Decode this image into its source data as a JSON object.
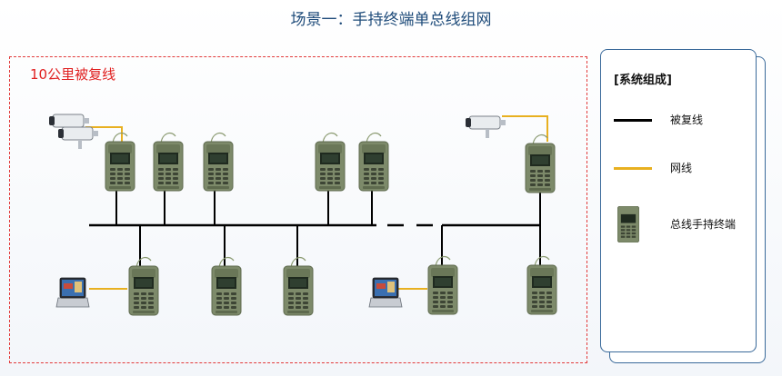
{
  "title": "场景一：手持终端单总线组网",
  "scenario": {
    "label": "10公里被复线"
  },
  "legend": {
    "title": "[系统组成]",
    "items": [
      {
        "label": "被复线",
        "color": "#000000",
        "icon": "black-line"
      },
      {
        "label": "网线",
        "color": "#e8b020",
        "icon": "yellow-line"
      },
      {
        "label": "总线手持终端",
        "icon": "handheld-terminal-icon"
      }
    ]
  },
  "colors": {
    "bus": "#000000",
    "ethernet": "#e8b020",
    "terminal_body": "#7d8a6a",
    "frame": "#e23a3a",
    "panel_border": "#3a6a9a"
  }
}
